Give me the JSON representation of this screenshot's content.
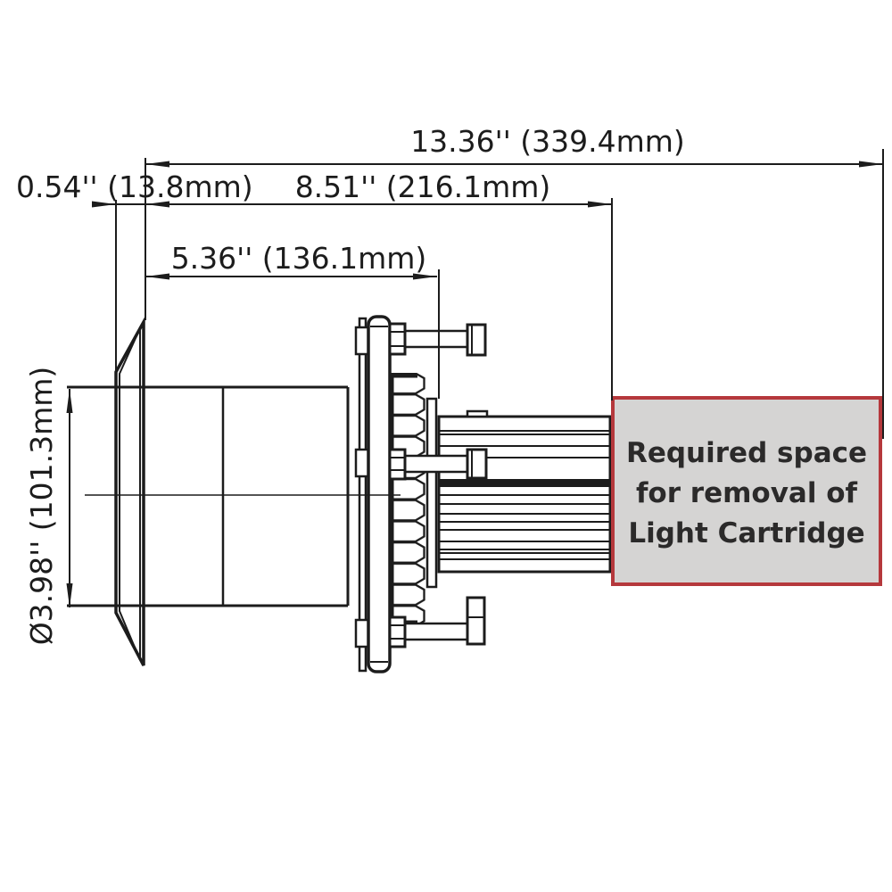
{
  "drawing": {
    "description": "Side-view installation drawing of a thru-hull light fixture with removal clearance note",
    "colors": {
      "line": "#1c1c1c",
      "box_fill": "#d5d4d3",
      "box_border": "#b5383c",
      "box_text": "#2b2a2a"
    },
    "dimensions": {
      "total_length": "13.36'' (339.4mm)",
      "flange_thickness": "0.54'' (13.8mm)",
      "rear_length": "8.51'' (216.1mm)",
      "body_length": "5.36'' (136.1mm)",
      "diameter": "Ø3.98'' (101.3mm)"
    },
    "note_box": {
      "lines": [
        "Required space",
        "for removal of",
        "Light Cartridge"
      ]
    }
  }
}
